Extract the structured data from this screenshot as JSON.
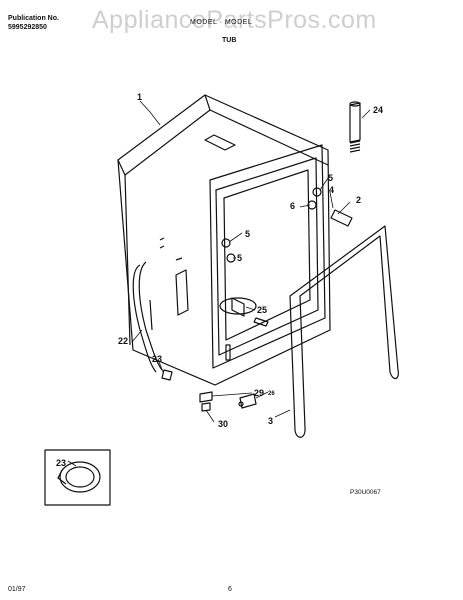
{
  "header": {
    "publication_label": "Publication No.",
    "publication_number": "5995292850",
    "model_line": "MODEL · MODEL",
    "section_title": "TUB"
  },
  "watermark": "AppliancePartsPros.com",
  "callouts": [
    "1",
    "24",
    "5",
    "4",
    "6",
    "2",
    "5",
    "5",
    "25",
    "22",
    "23",
    "29",
    "26",
    "3",
    "30",
    "23"
  ],
  "figure_code": "P30U0067",
  "footer": {
    "date": "01/97",
    "page": "6"
  }
}
